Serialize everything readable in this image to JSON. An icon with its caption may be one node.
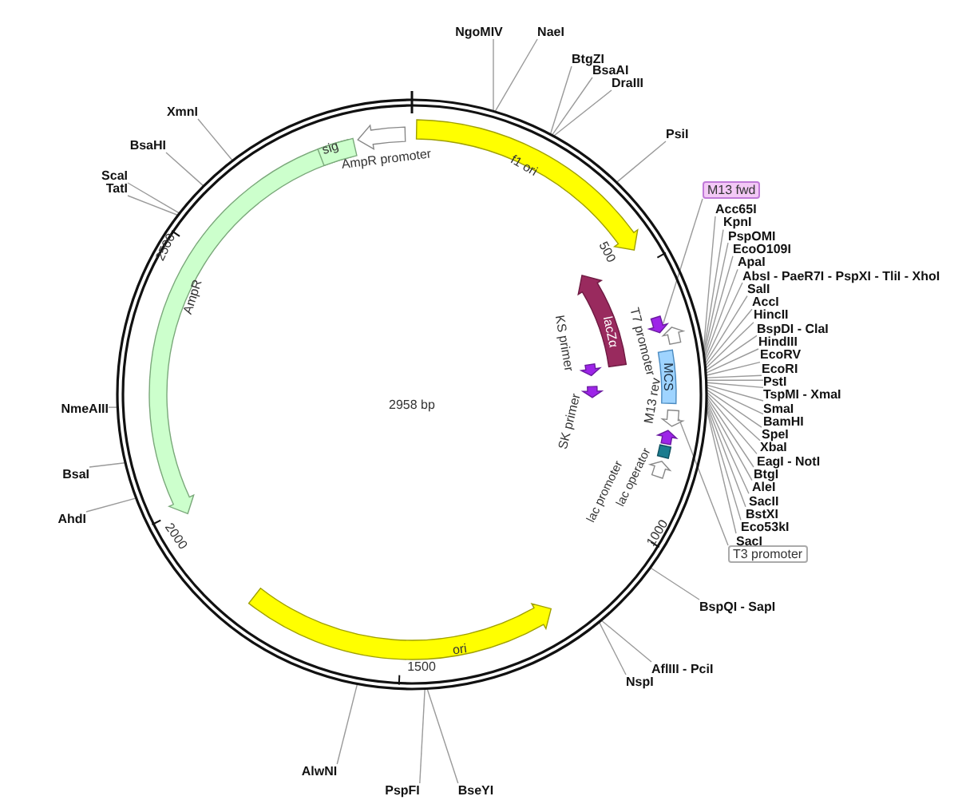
{
  "diagram": {
    "nodes": [
      {
        "text": [],
        "shape": "circle"
      },
      {
        "text": [
          "f1 ori"
        ],
        "in": 0
      },
      {
        "text": [
          "lacZα"
        ],
        "in": 0
      },
      {
        "text": [],
        "shape": "arrow",
        "beside": [
          "KS primer"
        ],
        "in": 0
      },
      {
        "text": [],
        "shape": "arrow",
        "beside": [
          "SK primer"
        ],
        "in": 0
      },
      {
        "text": [],
        "shape": "arrow",
        "in": 0
      },
      {
        "text": [],
        "shape": "arrow",
        "in": 0
      },
      {
        "text": [
          "MCS"
        ],
        "in": 0
      },
      {
        "text": [],
        "shape": "arrow",
        "in": 0
      },
      {
        "text": [],
        "shape": "arrow",
        "beside": [
          "M13 rev"
        ],
        "in": 0
      },
      {
        "text": [],
        "shape": "box",
        "in": 0
      },
      {
        "text": [],
        "shape": "arrow",
        "beside": [
          "lac promoter"
        ],
        "in": 0
      },
      {
        "text": [
          "ori"
        ],
        "in": 0
      },
      {
        "text": [],
        "shape": "arrow",
        "beside": [
          "AmpR"
        ],
        "in": 0
      },
      {
        "text": [
          "sig"
        ],
        "in": 13
      },
      {
        "text": [],
        "shape": "arrow",
        "in": 0
      },
      {
        "text": [
          "M13 fwd"
        ]
      },
      {
        "text": [
          "T3 promoter"
        ]
      },
      {
        "text": [
          "NgoMIV"
        ]
      },
      {
        "text": [
          "NaeI"
        ]
      },
      {
        "text": [
          "BtgZI"
        ]
      },
      {
        "text": [
          "BsaAI"
        ]
      },
      {
        "text": [
          "DraIII"
        ]
      },
      {
        "text": [
          "PsiI"
        ]
      },
      {
        "text": [
          "XmnI"
        ]
      },
      {
        "text": [
          "BsaHI"
        ]
      },
      {
        "text": [
          "ScaI"
        ]
      },
      {
        "text": [
          "TatI"
        ]
      },
      {
        "text": [
          "NmeAIII"
        ]
      },
      {
        "text": [
          "BsaI"
        ]
      },
      {
        "text": [
          "AhdI"
        ]
      },
      {
        "text": [
          "Acc65I"
        ]
      },
      {
        "text": [
          "KpnI"
        ]
      },
      {
        "text": [
          "PspOMI"
        ]
      },
      {
        "text": [
          "EcoO109I"
        ]
      },
      {
        "text": [
          "ApaI"
        ]
      },
      {
        "text": [
          "AbsI - PaeR7I - PspXI - TliI - XhoI"
        ]
      },
      {
        "text": [
          "SalI"
        ]
      },
      {
        "text": [
          "AccI"
        ]
      },
      {
        "text": [
          "HincII"
        ]
      },
      {
        "text": [
          "BspDI - ClaI"
        ]
      },
      {
        "text": [
          "HindIII"
        ]
      },
      {
        "text": [
          "EcoRV"
        ]
      },
      {
        "text": [
          "EcoRI"
        ]
      },
      {
        "text": [
          "PstI"
        ]
      },
      {
        "text": [
          "TspMI - XmaI"
        ]
      },
      {
        "text": [
          "SmaI"
        ]
      },
      {
        "text": [
          "BamHI"
        ]
      },
      {
        "text": [
          "SpeI"
        ]
      },
      {
        "text": [
          "XbaI"
        ]
      },
      {
        "text": [
          "EagI - NotI"
        ]
      },
      {
        "text": [
          "BtgI"
        ]
      },
      {
        "text": [
          "AleI"
        ]
      },
      {
        "text": [
          "SacII"
        ]
      },
      {
        "text": [
          "BstXI"
        ]
      },
      {
        "text": [
          "Eco53kI"
        ]
      },
      {
        "text": [
          "SacI"
        ]
      },
      {
        "text": [
          "BspQI - SapI"
        ]
      },
      {
        "text": [
          "AflIII - PciI"
        ]
      },
      {
        "text": [
          "NspI"
        ]
      },
      {
        "text": [
          "AlwNI"
        ]
      },
      {
        "text": [
          "PspFI"
        ]
      },
      {
        "text": [
          "BseYI"
        ]
      }
    ],
    "edges": [
      {
        "from": 16,
        "to": 5,
        "arrow": "none"
      },
      {
        "from": 17,
        "to": 8,
        "arrow": "none"
      },
      {
        "from": 18,
        "to": 0,
        "arrow": "none"
      },
      {
        "from": 19,
        "to": 0,
        "arrow": "none"
      },
      {
        "from": 20,
        "to": 0,
        "arrow": "none"
      },
      {
        "from": 21,
        "to": 0,
        "arrow": "none"
      },
      {
        "from": 22,
        "to": 0,
        "arrow": "none"
      },
      {
        "from": 23,
        "to": 0,
        "arrow": "none"
      },
      {
        "from": 24,
        "to": 0,
        "arrow": "none"
      },
      {
        "from": 25,
        "to": 0,
        "arrow": "none"
      },
      {
        "from": 26,
        "to": 0,
        "arrow": "none"
      },
      {
        "from": 27,
        "to": 0,
        "arrow": "none"
      },
      {
        "from": 28,
        "to": 0,
        "arrow": "none"
      },
      {
        "from": 29,
        "to": 0,
        "arrow": "none"
      },
      {
        "from": 30,
        "to": 0,
        "arrow": "none"
      },
      {
        "from": 31,
        "to": 0,
        "arrow": "none"
      },
      {
        "from": 32,
        "to": 0,
        "arrow": "none"
      },
      {
        "from": 33,
        "to": 0,
        "arrow": "none"
      },
      {
        "from": 34,
        "to": 0,
        "arrow": "none"
      },
      {
        "from": 35,
        "to": 0,
        "arrow": "none"
      },
      {
        "from": 36,
        "to": 0,
        "arrow": "none"
      },
      {
        "from": 37,
        "to": 0,
        "arrow": "none"
      },
      {
        "from": 38,
        "to": 0,
        "arrow": "none"
      },
      {
        "from": 39,
        "to": 0,
        "arrow": "none"
      },
      {
        "from": 40,
        "to": 0,
        "arrow": "none"
      },
      {
        "from": 41,
        "to": 0,
        "arrow": "none"
      },
      {
        "from": 42,
        "to": 0,
        "arrow": "none"
      },
      {
        "from": 43,
        "to": 0,
        "arrow": "none"
      },
      {
        "from": 44,
        "to": 0,
        "arrow": "none"
      },
      {
        "from": 45,
        "to": 0,
        "arrow": "none"
      },
      {
        "from": 46,
        "to": 0,
        "arrow": "none"
      },
      {
        "from": 47,
        "to": 0,
        "arrow": "none"
      },
      {
        "from": 48,
        "to": 0,
        "arrow": "none"
      },
      {
        "from": 49,
        "to": 0,
        "arrow": "none"
      },
      {
        "from": 50,
        "to": 0,
        "arrow": "none"
      },
      {
        "from": 51,
        "to": 0,
        "arrow": "none"
      },
      {
        "from": 52,
        "to": 0,
        "arrow": "none"
      },
      {
        "from": 53,
        "to": 0,
        "arrow": "none"
      },
      {
        "from": 54,
        "to": 0,
        "arrow": "none"
      },
      {
        "from": 55,
        "to": 0,
        "arrow": "none"
      },
      {
        "from": 56,
        "to": 0,
        "arrow": "none"
      },
      {
        "from": 57,
        "to": 0,
        "arrow": "none"
      },
      {
        "from": 58,
        "to": 0,
        "arrow": "none"
      },
      {
        "from": 59,
        "to": 0,
        "arrow": "none"
      },
      {
        "from": 60,
        "to": 0,
        "arrow": "none"
      },
      {
        "from": 61,
        "to": 0,
        "arrow": "none"
      },
      {
        "from": 62,
        "to": 0,
        "arrow": "none"
      }
    ],
    "labels": [
      "AmpR promoter",
      "T7 promoter",
      "lac operator",
      "500",
      "1000",
      "1500",
      "2000",
      "2500",
      "2958 bp"
    ]
  }
}
